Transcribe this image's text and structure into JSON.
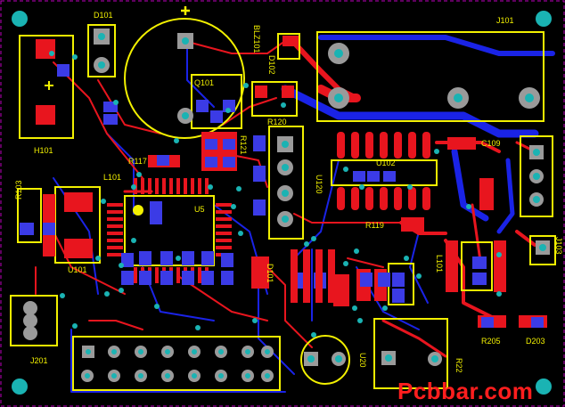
{
  "colors": {
    "background": "#000000",
    "top_copper": "#e8151e",
    "bottom_copper": "#1a23e6",
    "silkscreen": "#f2f000",
    "pad_gray": "#9a9a9a",
    "pad_teal": "#1ab3b3",
    "pad_violet": "#7c3fb0",
    "board_outline": "#c000c0"
  },
  "labels": {
    "d101": "D101",
    "j101": "J101",
    "blz101": "BLZ101",
    "d102": "D102",
    "q101": "Q101",
    "r120": "R120",
    "r121": "R121",
    "r117": "R117",
    "l101": "L101",
    "u120": "U120",
    "u101": "U101",
    "c109": "C109",
    "r103": "R103",
    "h101": "H101",
    "u5": "U5",
    "r119": "R119",
    "r205": "R205",
    "d203": "D203",
    "r22": "R22",
    "u20": "U20",
    "j201": "J201",
    "d101b": "D101",
    "u102": "U102",
    "l101b": "L101",
    "j103": "J103"
  },
  "watermark": "Pcbbar.com"
}
